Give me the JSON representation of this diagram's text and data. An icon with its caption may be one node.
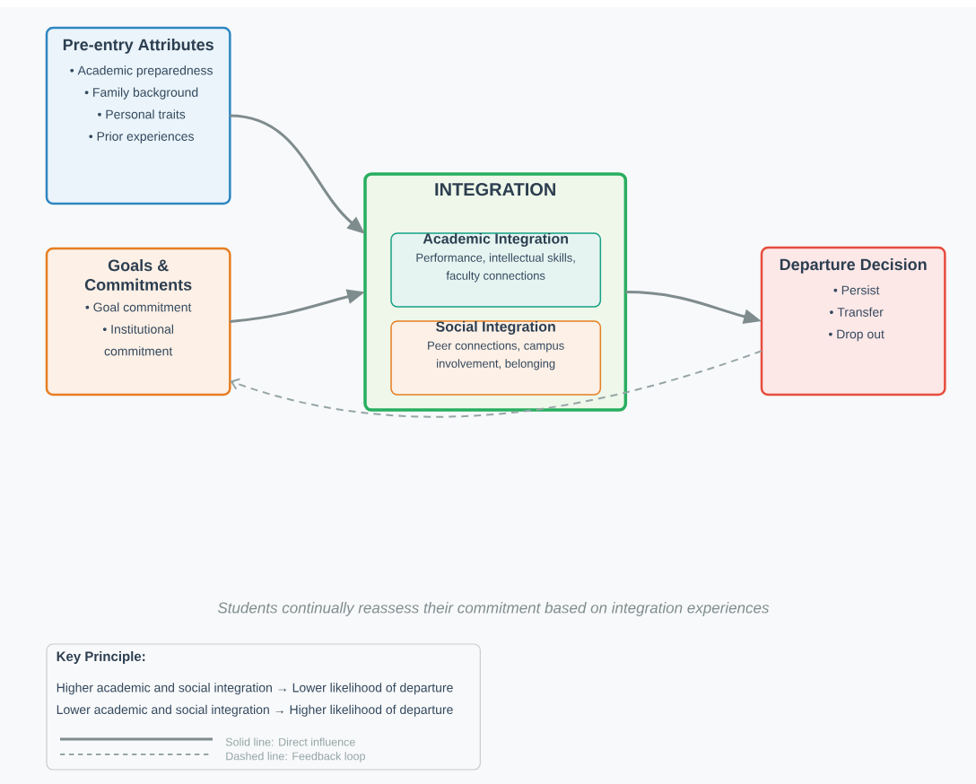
{
  "diagram": {
    "nodes": [
      {
        "text": [
          "Pre-entry Attributes",
          "• Academic preparedness",
          "• Family background",
          "• Personal traits",
          "• Prior experiences"
        ]
      },
      {
        "text": [
          "Goals & Commitments",
          "• Goal commitment",
          "• Institutional commitment"
        ]
      },
      {
        "text": [
          "INTEGRATION"
        ]
      },
      {
        "text": [
          "Academic Integration",
          "Performance, intellectual skills, faculty connections"
        ],
        "in": 2
      },
      {
        "text": [
          "Social Integration",
          "Peer connections, campus involvement, belonging"
        ],
        "in": 2
      },
      {
        "text": [
          "Departure Decision",
          "• Persist",
          "• Transfer",
          "• Drop out"
        ]
      },
      {
        "text": [
          "Key Principle:",
          "Higher academic and social integration → Lower likelihood of departure",
          "Lower academic and social integration → Higher likelihood of departure"
        ]
      }
    ],
    "edges": [
      {
        "from": 0,
        "to": 2,
        "arrow": "to"
      },
      {
        "from": 1,
        "to": 2,
        "arrow": "to"
      },
      {
        "from": 2,
        "to": 5,
        "arrow": "to"
      },
      {
        "from": 5,
        "to": 1,
        "arrow": "to",
        "style": "dashed",
        "color": "#95a5a6"
      }
    ],
    "labels": [
      "Students continually reassess their commitment based on integration experiences"
    ],
    "legend": [
      {
        "text": "Solid line: Direct influence"
      },
      {
        "text": "Dashed line: Feedback loop"
      }
    ]
  }
}
